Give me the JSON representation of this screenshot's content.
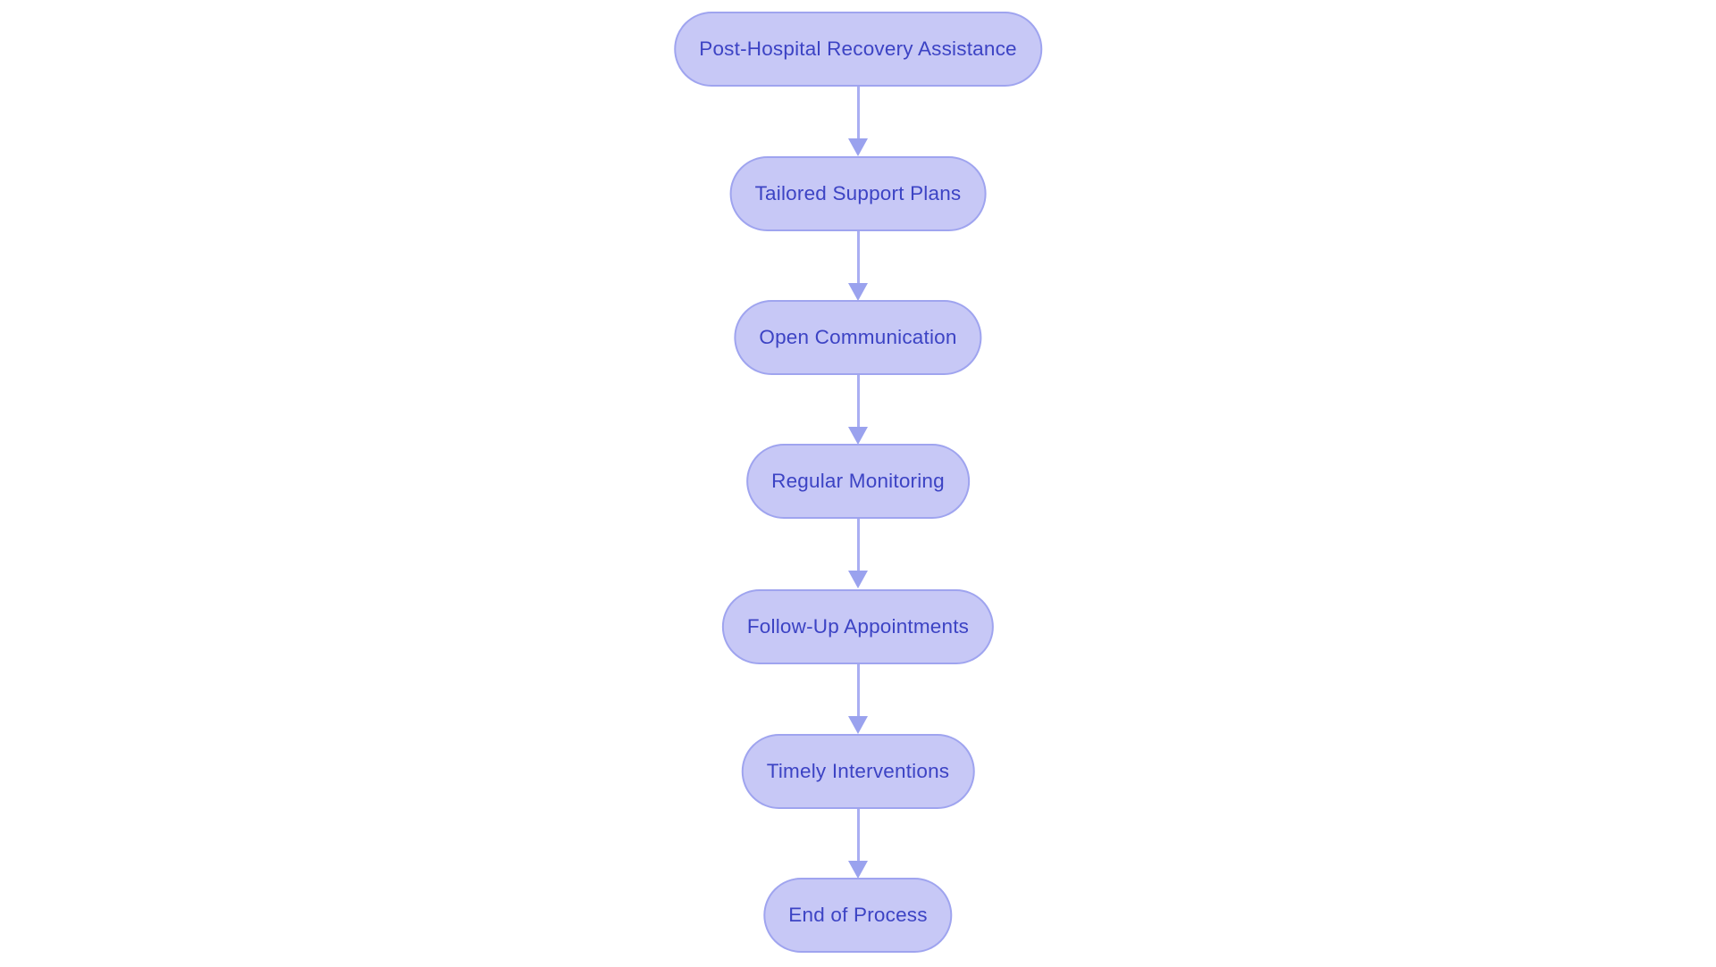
{
  "diagram": {
    "type": "flowchart",
    "direction": "top-down",
    "nodes": [
      {
        "id": "post-hospital-recovery-assistance",
        "label": "Post-Hospital Recovery Assistance"
      },
      {
        "id": "tailored-support-plans",
        "label": "Tailored Support Plans"
      },
      {
        "id": "open-communication",
        "label": "Open Communication"
      },
      {
        "id": "regular-monitoring",
        "label": "Regular Monitoring"
      },
      {
        "id": "follow-up-appointments",
        "label": "Follow-Up Appointments"
      },
      {
        "id": "timely-interventions",
        "label": "Timely Interventions"
      },
      {
        "id": "end-of-process",
        "label": "End of Process"
      }
    ],
    "edges": [
      {
        "from": "post-hospital-recovery-assistance",
        "to": "tailored-support-plans"
      },
      {
        "from": "tailored-support-plans",
        "to": "open-communication"
      },
      {
        "from": "open-communication",
        "to": "regular-monitoring"
      },
      {
        "from": "regular-monitoring",
        "to": "follow-up-appointments"
      },
      {
        "from": "follow-up-appointments",
        "to": "timely-interventions"
      },
      {
        "from": "timely-interventions",
        "to": "end-of-process"
      }
    ],
    "colors": {
      "node_fill": "#c7c8f6",
      "node_border": "#9fa4ef",
      "node_text": "#3c43c4",
      "arrow_line": "#a9aef2",
      "arrow_head": "#9aa2ee",
      "background": "#ffffff"
    }
  }
}
